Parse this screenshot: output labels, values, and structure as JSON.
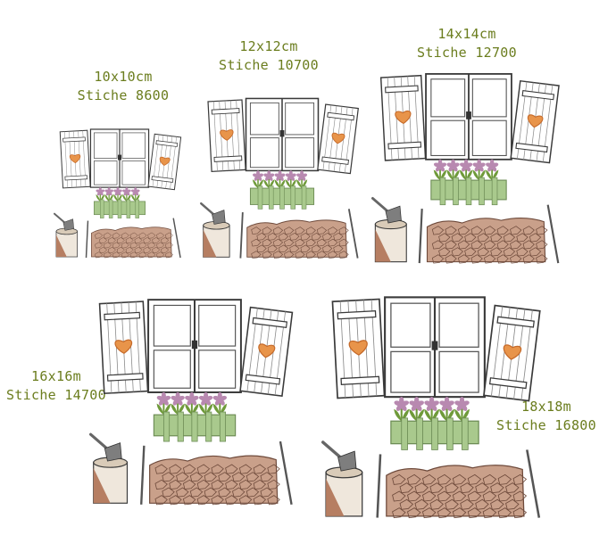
{
  "designs": [
    {
      "size": "10x10cm",
      "stitches": "Stiche 8600"
    },
    {
      "size": "12x12cm",
      "stitches": "Stiche 10700"
    },
    {
      "size": "14x14cm",
      "stitches": "Stiche 12700"
    },
    {
      "size": "16x16m",
      "stitches": "Stiche 14700"
    },
    {
      "size": "18x18m",
      "stitches": "Stiche 16800"
    }
  ],
  "colors": {
    "label_text": "#6b7d1e",
    "outline": "#3a3a3a",
    "heart": "#e8944a",
    "flower": "#b889b0",
    "leaf": "#6f9a3a",
    "planter": "#a9c98d",
    "wood_light": "#c9a08a",
    "wood_dark": "#6e4a3b",
    "stump": "#b67e62",
    "axe_blade": "#7e7e7e"
  },
  "icons": [
    "window-icon",
    "shutter-icon",
    "heart-icon",
    "flower-box-icon",
    "axe-icon",
    "stump-icon",
    "woodpile-icon"
  ]
}
